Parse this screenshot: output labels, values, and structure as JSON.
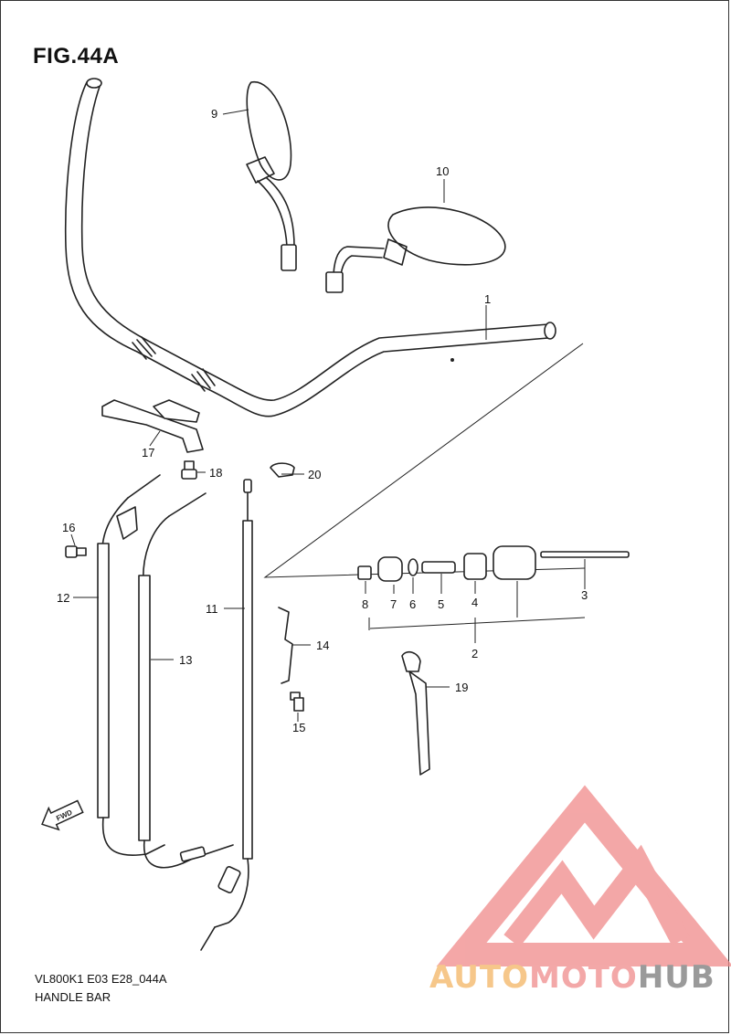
{
  "figure": {
    "title": "FIG.44A",
    "model_code": "VL800K1 E03 E28_044A",
    "section_name": "HANDLE BAR"
  },
  "callouts": {
    "p1": "1",
    "p2": "2",
    "p3": "3",
    "p4": "4",
    "p5": "5",
    "p6": "6",
    "p7": "7",
    "p8": "8",
    "p9": "9",
    "p10": "10",
    "p11": "11",
    "p12": "12",
    "p13": "13",
    "p14": "14",
    "p15": "15",
    "p16": "16",
    "p17": "17",
    "p18": "18",
    "p19": "19",
    "p20": "20"
  },
  "fwd_label": "FWD",
  "watermark": {
    "part1": "AUTO",
    "part2": "MOTO",
    "part3": "HUB",
    "colors": {
      "part1": "#f6c78a",
      "part2": "#f3a8a8",
      "part3": "#9a9a9a",
      "logo": "#f08a8a"
    }
  }
}
